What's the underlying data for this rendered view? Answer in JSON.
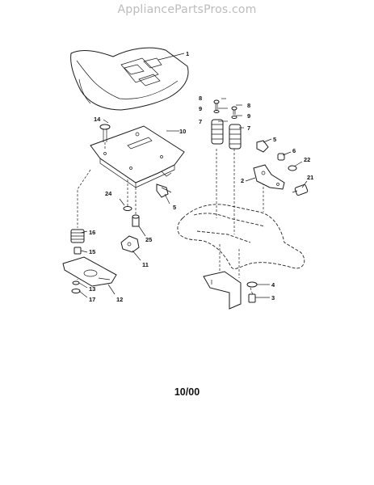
{
  "watermark": "AppliancePartsPros.com",
  "date_code": "10/00",
  "callouts": {
    "c1": "1",
    "c2": "2",
    "c3": "3",
    "c4": "4",
    "c5a": "5",
    "c5b": "5",
    "c6": "6",
    "c7a": "7",
    "c7b": "7",
    "c8a": "8",
    "c8b": "8",
    "c9a": "9",
    "c9b": "9",
    "c10": "10",
    "c11": "11",
    "c12": "12",
    "c13": "13",
    "c14": "14",
    "c15": "15",
    "c16": "16",
    "c17": "17",
    "c21": "21",
    "c22": "22",
    "c24": "24",
    "c25": "25"
  }
}
